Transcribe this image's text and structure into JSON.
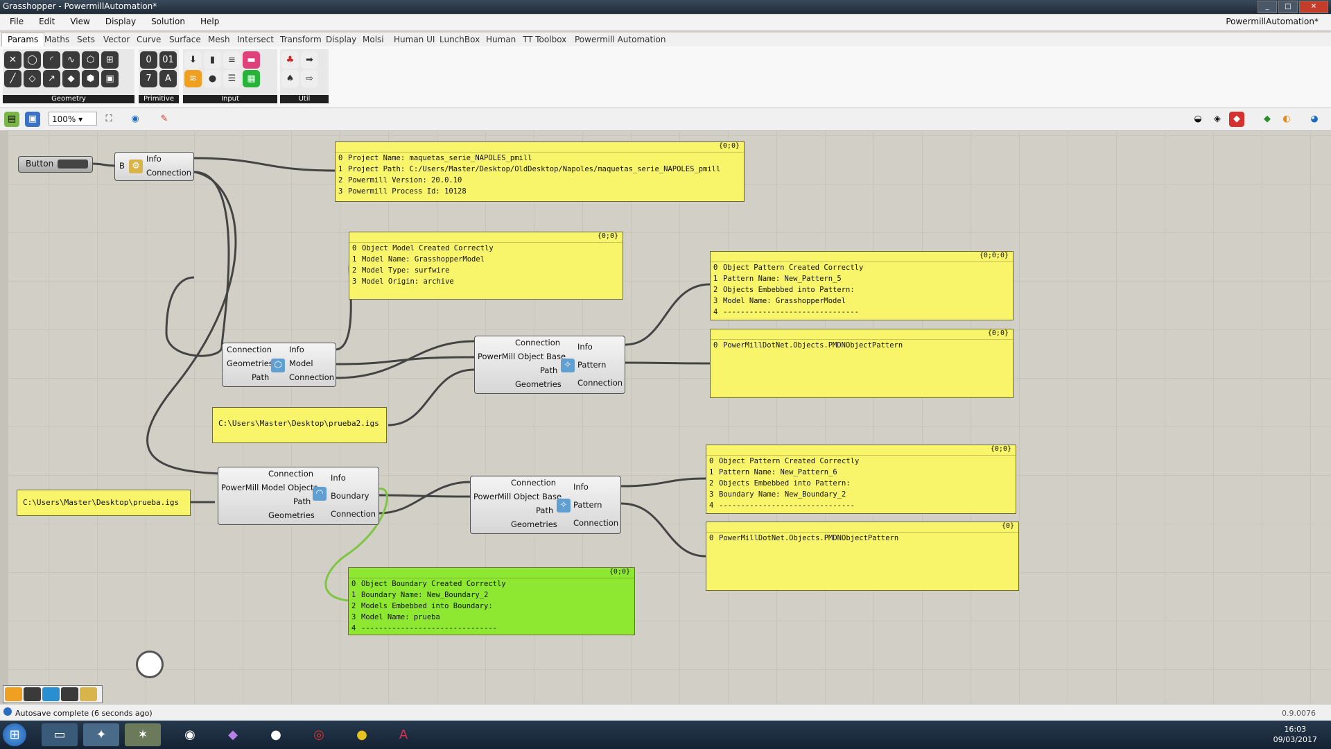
{
  "window": {
    "title": "Grasshopper - PowermillAutomation*"
  },
  "menu": {
    "items": [
      "File",
      "Edit",
      "View",
      "Display",
      "Solution",
      "Help"
    ],
    "right": "PowermillAutomation*"
  },
  "tabs": [
    "Params",
    "Maths",
    "Sets",
    "Vector",
    "Curve",
    "Surface",
    "Mesh",
    "Intersect",
    "Transform",
    "Display",
    "Molsi",
    "Human UI",
    "LunchBox",
    "Human",
    "TT Toolbox",
    "Powermill Automation"
  ],
  "ribbon_groups": [
    "Geometry",
    "Primitive",
    "Input",
    "Util"
  ],
  "canvas_toolbar": {
    "zoom": "100%"
  },
  "button_component": {
    "label": "Button"
  },
  "info_component": {
    "input": "B",
    "out_info": "Info",
    "out_connection": "Connection"
  },
  "model_component": {
    "in": [
      "Connection",
      "Geometries",
      "Path"
    ],
    "out": [
      "Info",
      "Model",
      "Connection"
    ]
  },
  "pattern1_component": {
    "in": [
      "Connection",
      "PowerMill Object Base",
      "Path",
      "Geometries"
    ],
    "out": [
      "Info",
      "Pattern",
      "Connection"
    ]
  },
  "boundary_component": {
    "in": [
      "Connection",
      "PowerMill Model Objects",
      "Path",
      "Geometries"
    ],
    "out": [
      "Info",
      "Boundary",
      "Connection"
    ]
  },
  "pattern2_component": {
    "in": [
      "Connection",
      "PowerMill Object Base",
      "Path",
      "Geometries"
    ],
    "out": [
      "Info",
      "Pattern",
      "Connection"
    ]
  },
  "panels": {
    "project": {
      "path": "{0;0}",
      "rows": [
        "Project Name: maquetas_serie_NAPOLES_pmill",
        "Project Path: C:/Users/Master/Desktop/OldDesktop/Napoles/maquetas_serie_NAPOLES_pmill",
        "Powermill Version: 20.0.10",
        "Powermill Process Id: 10128"
      ]
    },
    "model": {
      "path": "{0;0}",
      "rows": [
        "Object Model Created Correctly",
        "Model Name: GrasshopperModel",
        "Model Type: surfwire",
        "Model Origin: archive"
      ]
    },
    "pattern1_info": {
      "path": "{0;0;0}",
      "rows": [
        "Object Pattern Created Correctly",
        "Pattern Name: New_Pattern_5",
        "Objects Embebbed into Pattern:",
        "Model Name: GrasshopperModel",
        "-------------------------------"
      ]
    },
    "pattern1_obj": {
      "path": "{0;0}",
      "rows": [
        "PowerMillDotNet.Objects.PMDNObjectPattern"
      ]
    },
    "pattern2_info": {
      "path": "{0;0}",
      "rows": [
        "Object Pattern Created Correctly",
        "Pattern Name: New_Pattern_6",
        "Objects Embebbed into Pattern:",
        "Boundary Name: New_Boundary_2",
        "-------------------------------"
      ]
    },
    "pattern2_obj": {
      "path": "{0}",
      "rows": [
        "PowerMillDotNet.Objects.PMDNObjectPattern"
      ]
    },
    "boundary": {
      "path": "{0;0}",
      "rows": [
        "Object Boundary Created Correctly",
        "Boundary Name: New_Boundary_2",
        "Models Embebbed into Boundary:",
        "Model Name: prueba",
        "-------------------------------"
      ]
    },
    "path1": {
      "text": "C:\\Users\\Master\\Desktop\\prueba2.igs"
    },
    "path2": {
      "text": "C:\\Users\\Master\\Desktop\\prueba.igs"
    }
  },
  "status": {
    "message": "Autosave complete (6 seconds ago)",
    "version": "0.9.0076"
  },
  "taskbar": {
    "time": "16:03",
    "date": "09/03/2017"
  }
}
